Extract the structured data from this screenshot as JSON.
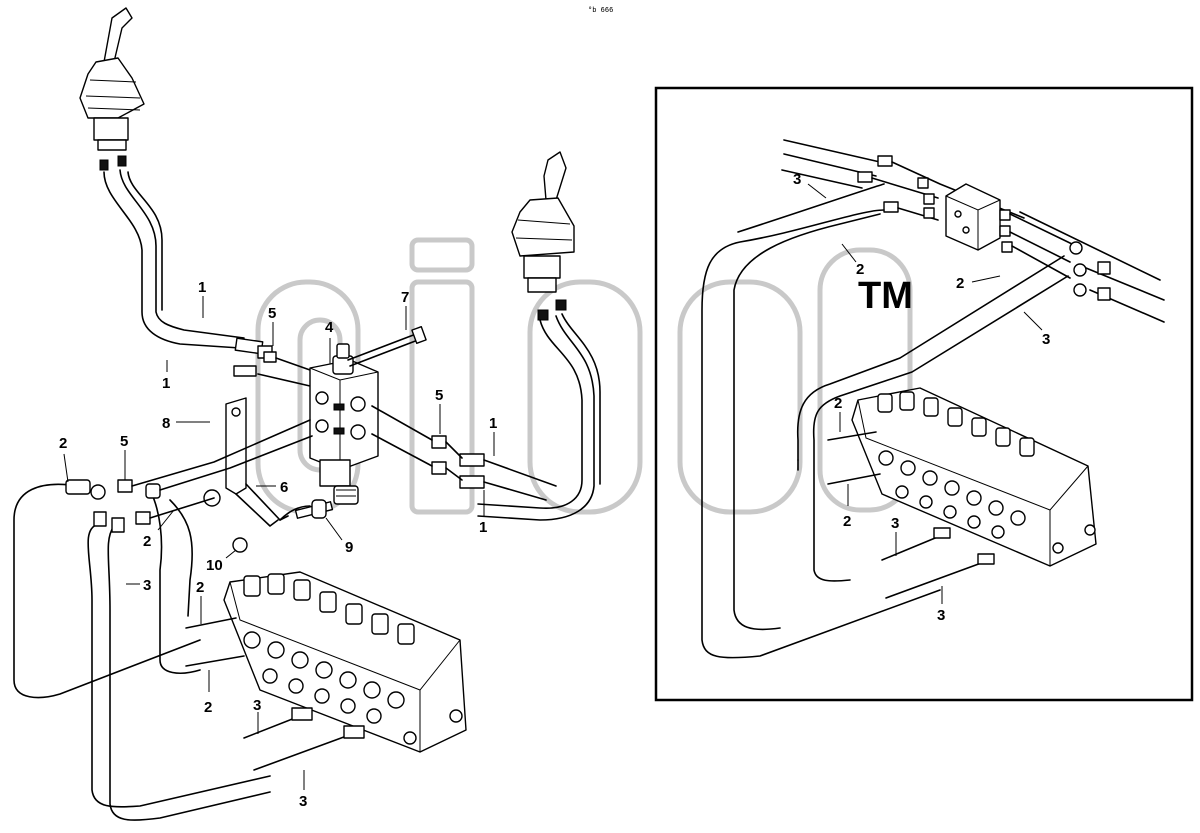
{
  "diagram": {
    "sheet_code": "°b 666",
    "watermark_mark": "TM",
    "callouts": {
      "c1a": "1",
      "c1b": "1",
      "c1c": "1",
      "c1d": "1",
      "c2a": "2",
      "c2b": "2",
      "c2c": "2",
      "c2d": "2",
      "c3a": "3",
      "c3b": "3",
      "c3c": "3",
      "c4": "4",
      "c5a": "5",
      "c5b": "5",
      "c5c": "5",
      "c6": "6",
      "c7": "7",
      "c8": "8",
      "c9": "9",
      "c10": "10"
    },
    "inset_callouts": {
      "i3a": "3",
      "i2a": "2",
      "i2b": "2",
      "i3b": "3",
      "i2c": "2",
      "i2d": "2",
      "i3c": "3",
      "i3d": "3"
    }
  }
}
